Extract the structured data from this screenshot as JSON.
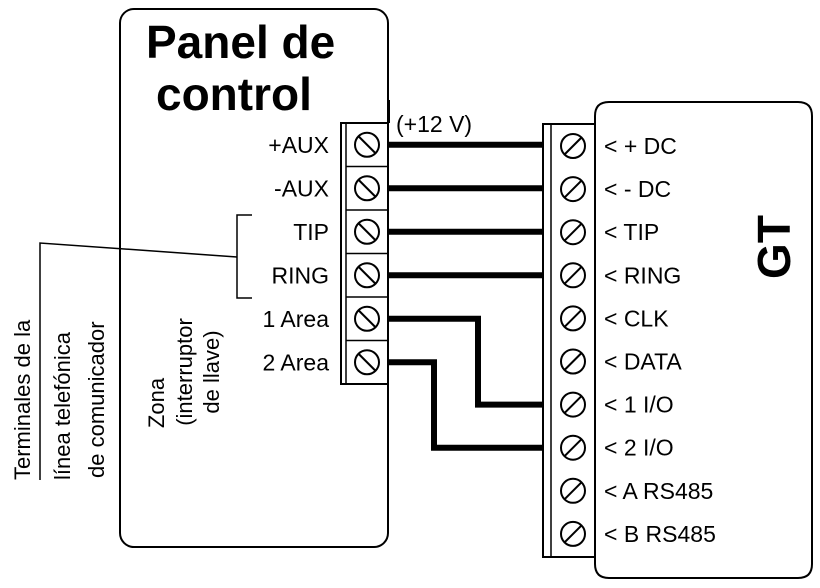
{
  "diagram": {
    "panel": {
      "title_line1": "Panel de",
      "title_line2": "control",
      "terminals": [
        "+AUX",
        "-AUX",
        "TIP",
        "RING",
        "1 Area",
        "2 Area"
      ]
    },
    "voltage_note": "(+12 V)",
    "device": {
      "name": "GT",
      "terminals": [
        "< + DC",
        "< - DC",
        "< TIP",
        "< RING",
        "< CLK",
        "< DATA",
        "< 1 I/O",
        "< 2 I/O",
        "< A RS485",
        "< B RS485"
      ]
    },
    "annotations": {
      "phone_line_1": "Terminales de la",
      "phone_line_2": "línea telefónica",
      "phone_line_3": "de comunicador",
      "zone_1": "Zona",
      "zone_2": "(interruptor",
      "zone_3": "de llave)"
    },
    "connections": [
      {
        "from": "+AUX",
        "to": "< + DC"
      },
      {
        "from": "-AUX",
        "to": "< - DC"
      },
      {
        "from": "TIP",
        "to": "< TIP"
      },
      {
        "from": "RING",
        "to": "< RING"
      },
      {
        "from": "1 Area",
        "to": "< 1 I/O"
      },
      {
        "from": "2 Area",
        "to": "< 2 I/O"
      }
    ]
  }
}
